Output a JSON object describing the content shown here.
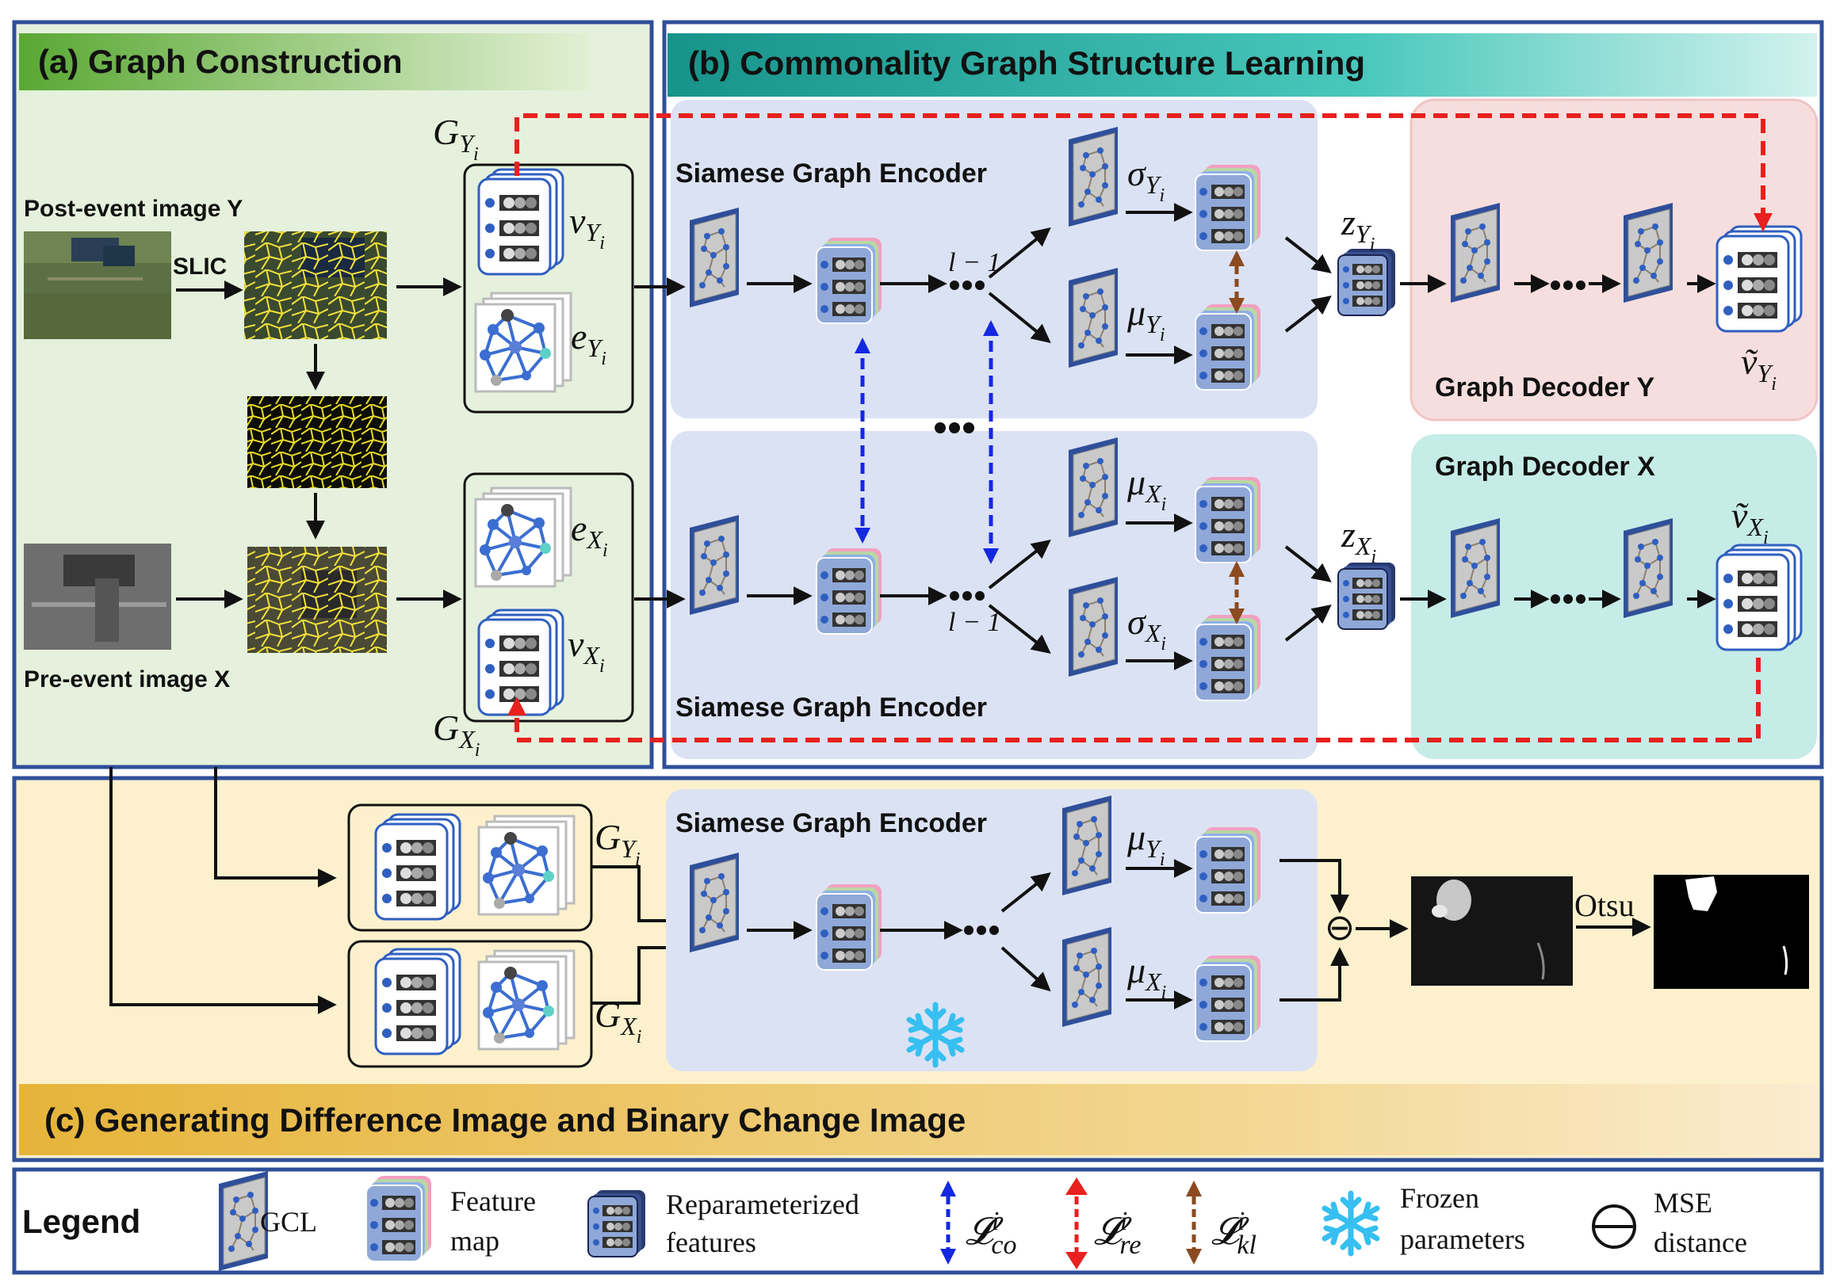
{
  "panels": {
    "a_title": "(a) Graph Construction",
    "b_title": "(b) Commonality Graph Structure Learning",
    "c_title": "(c) Generating Difference Image and Binary Change Image"
  },
  "panel_a": {
    "post_label": "Post-event image Y",
    "pre_label": "Pre-event image X",
    "slic": "SLIC",
    "g_y": "G",
    "g_y_sub": "Y",
    "g_y_idx": "i",
    "g_x": "G",
    "g_x_sub": "X",
    "g_x_idx": "i",
    "v_y": "v",
    "e_y": "e",
    "v_x": "v",
    "e_x": "e"
  },
  "panel_b": {
    "encoder_top": "Siamese Graph Encoder",
    "encoder_bottom": "Siamese Graph Encoder",
    "layer_label_top": "l − 1",
    "layer_label_bottom": "l − 1",
    "sigma": "σ",
    "mu": "μ",
    "z": "z",
    "decoder_y": "Graph Decoder Y",
    "decoder_x": "Graph Decoder X",
    "vtilde": "ṽ",
    "sub_y": "Y",
    "sub_x": "X",
    "sub_i": "i"
  },
  "panel_c": {
    "encoder": "Siamese Graph Encoder",
    "otsu": "Otsu",
    "g": "G",
    "mu": "μ",
    "minus": "⊖"
  },
  "legend": {
    "title": "Legend",
    "gcl": "GCL",
    "feature_1": "Feature",
    "feature_2": "map",
    "reparam_1": "Reparameterized",
    "reparam_2": "features",
    "l_co": "𝓛",
    "co": "co",
    "l_re": "𝓛",
    "re": "re",
    "l_kl": "𝓛",
    "kl": "kl",
    "frozen_1": "Frozen",
    "frozen_2": "parameters",
    "mse_1": "MSE",
    "mse_2": "distance",
    "sup_i": "i"
  },
  "colors": {
    "border": "#2f4f9a",
    "panel_a_bg": "#e5f1dc",
    "panel_b_bg": "#ffffff",
    "encoder_bg": "#dbe2f3",
    "decoder_y_bg": "#f7dede",
    "decoder_x_bg": "#c6ece7",
    "panel_c_bg": "#fdf1cd",
    "red_dash": "#e8201e",
    "blue_dash": "#1428e0",
    "brown": "#8b4a1f"
  }
}
